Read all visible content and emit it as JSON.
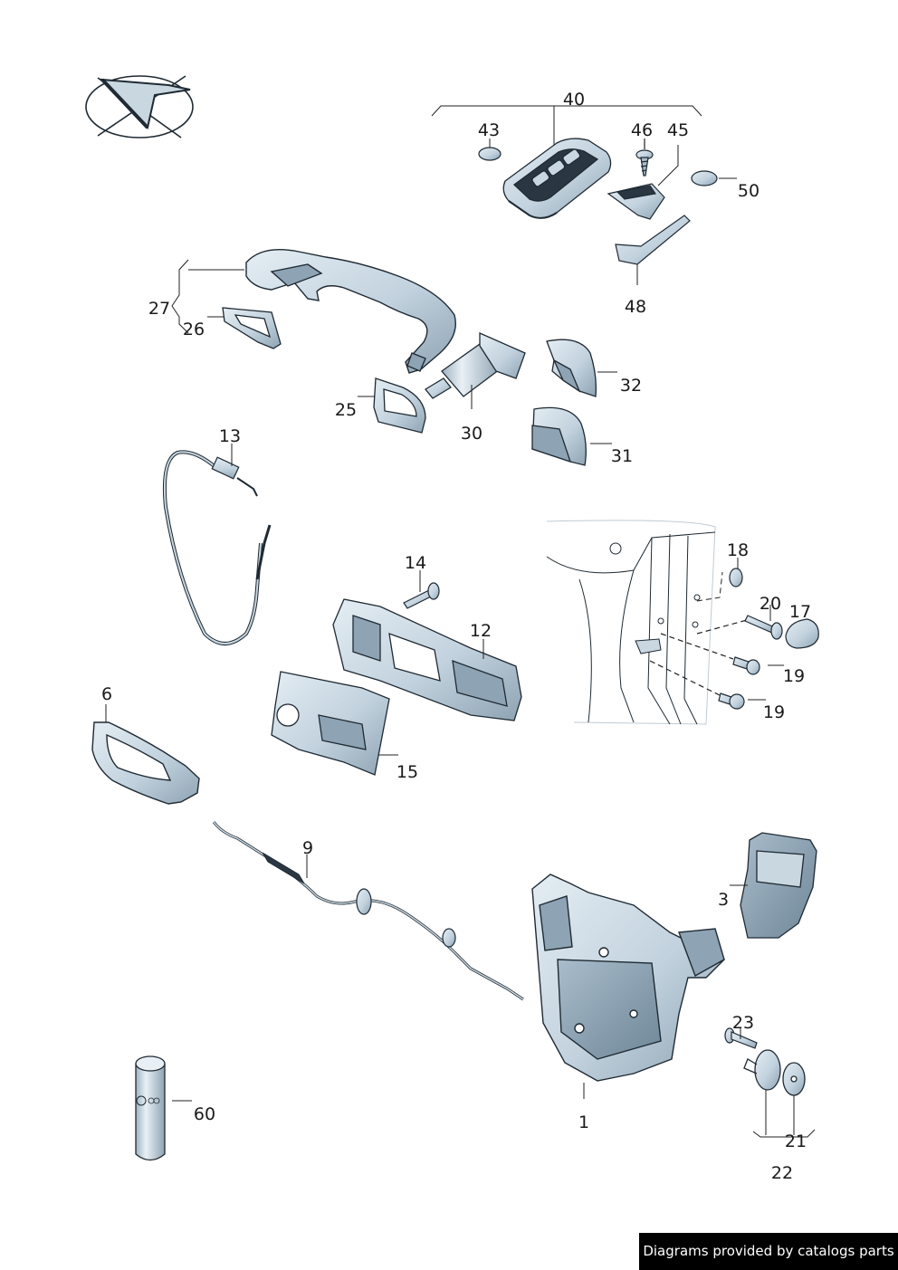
{
  "colors": {
    "part_fill": "#c9d7e1",
    "part_fill_dark": "#8fa4b4",
    "part_fill_light": "#e6eef3",
    "outline": "#1f2a33",
    "leader": "#222222",
    "background": "#ffffff",
    "footer_bg": "#000000",
    "footer_text": "#ffffff"
  },
  "labels": {
    "l40": "40",
    "l43": "43",
    "l46": "46",
    "l45": "45",
    "l50": "50",
    "l48": "48",
    "l27": "27",
    "l26": "26",
    "l25": "25",
    "l30": "30",
    "l32": "32",
    "l31": "31",
    "l13": "13",
    "l14": "14",
    "l12": "12",
    "l15": "15",
    "l18": "18",
    "l20": "20",
    "l17": "17",
    "l19a": "19",
    "l19b": "19",
    "l6": "6",
    "l9": "9",
    "l3": "3",
    "l23": "23",
    "l21": "21",
    "l22": "22",
    "l1": "1",
    "l60": "60"
  },
  "footer": {
    "text": "Diagrams provided by catalogs parts"
  }
}
